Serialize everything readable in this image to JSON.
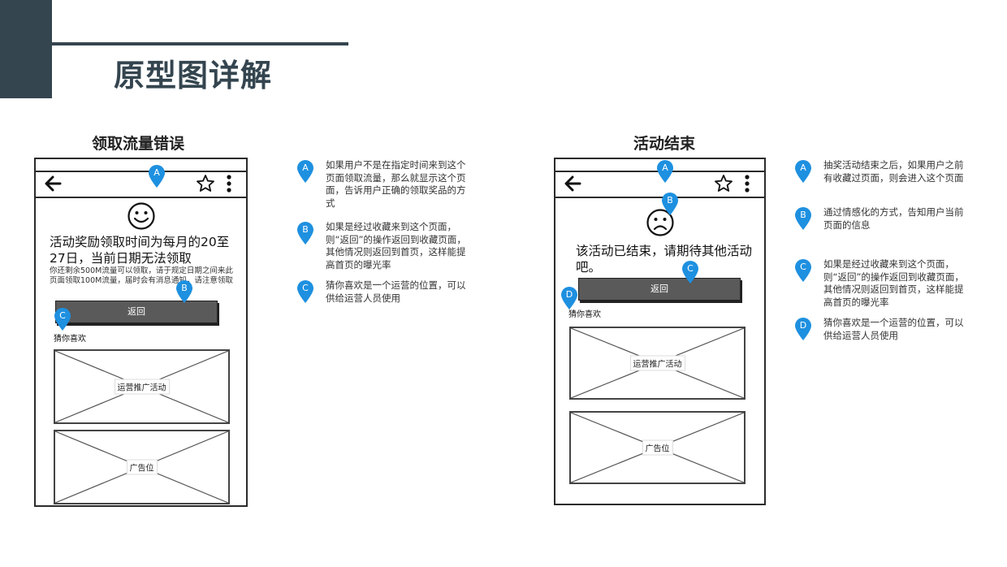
{
  "header": {
    "title": "原型图详解"
  },
  "left": {
    "title": "领取流量错误",
    "message": "活动奖励领取时间为每月的20至27日，当前日期无法领取",
    "detail": "你还剩余500M流量可以领取，请于规定日期之间来此页面领取100M流量，届时会有消息通知，请注意领取",
    "button": "返回",
    "guess": "猜你喜欢",
    "placeholders": [
      "运营推广活动",
      "广告位"
    ],
    "pins": {
      "a": "A",
      "b": "B",
      "c": "C"
    },
    "notes": [
      {
        "marker": "A",
        "text": "如果用户不是在指定时间来到这个页面领取流量，那么就显示这个页面，告诉用户正确的领取奖品的方式"
      },
      {
        "marker": "B",
        "text": "如果是经过收藏来到这个页面，则“返回”的操作返回到收藏页面，其他情况则返回到首页，这样能提高首页的曝光率"
      },
      {
        "marker": "C",
        "text": "猜你喜欢是一个运营的位置，可以供给运营人员使用"
      }
    ]
  },
  "right": {
    "title": "活动结束",
    "message": "该活动已结束，请期待其他活动吧。",
    "button": "返回",
    "guess": "猜你喜欢",
    "placeholders": [
      "运营推广活动",
      "广告位"
    ],
    "pins": {
      "a": "A",
      "b": "B",
      "c": "C",
      "d": "D"
    },
    "notes": [
      {
        "marker": "A",
        "text": "抽奖活动结束之后，如果用户之前有收藏过页面，则会进入这个页面"
      },
      {
        "marker": "B",
        "text": "通过情感化的方式，告知用户当前页面的信息"
      },
      {
        "marker": "C",
        "text": "如果是经过收藏来到这个页面，则“返回”的操作返回到收藏页面，其他情况则返回到首页，这样能提高首页的曝光率"
      },
      {
        "marker": "D",
        "text": "猜你喜欢是一个运营的位置，可以供给运营人员使用"
      }
    ]
  },
  "colors": {
    "accent": "#34454f",
    "pin": "#1e90e0",
    "button": "#5a5a5a"
  },
  "icons": [
    "back-arrow-icon",
    "star-icon",
    "more-vert-icon",
    "smiley-icon",
    "sad-face-icon",
    "map-pin-icon"
  ]
}
